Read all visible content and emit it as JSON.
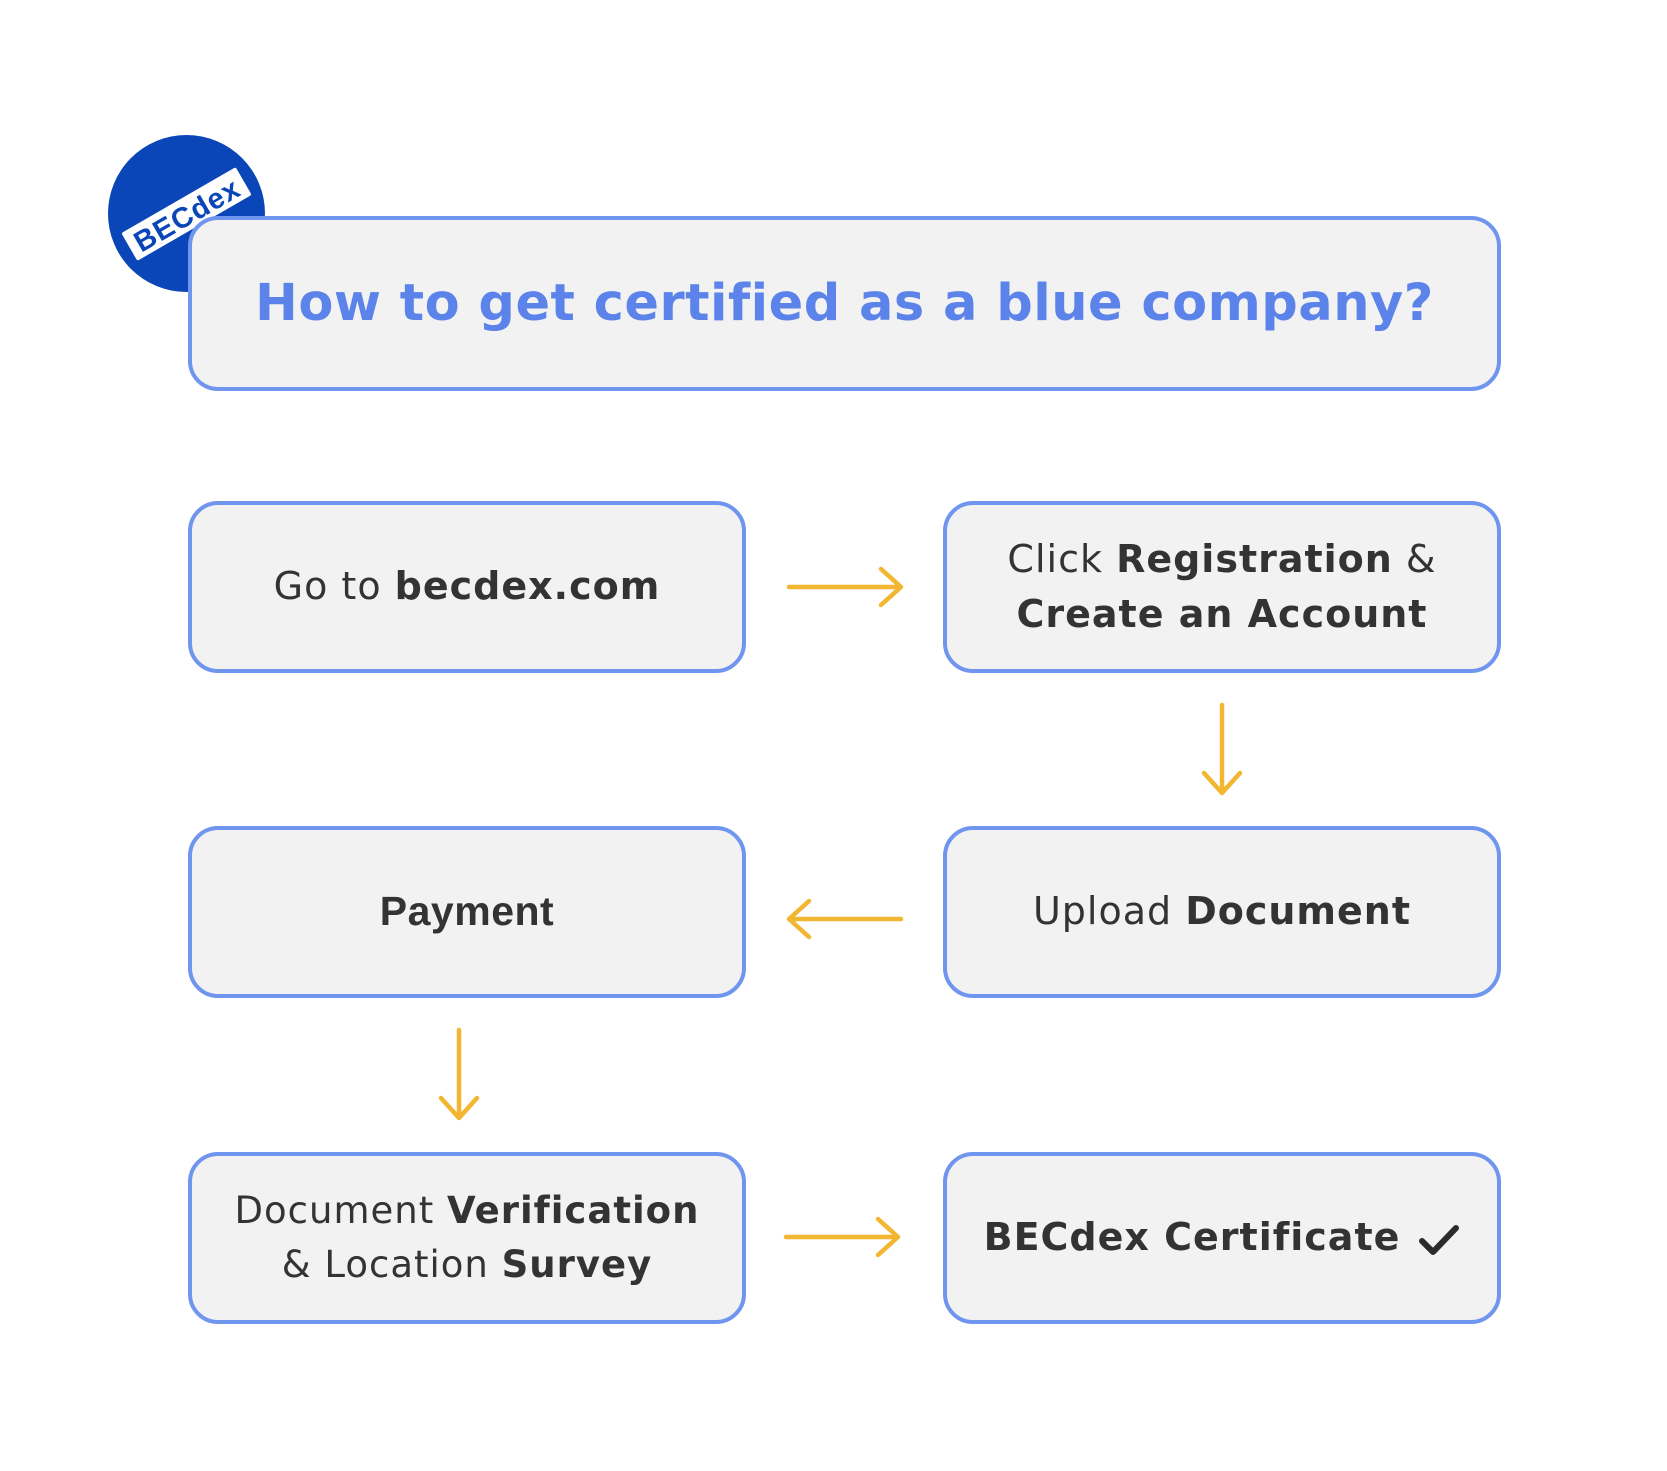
{
  "colors": {
    "box_border": "#6f95ef",
    "box_fill": "#f2f2f2",
    "title_text": "#5b83ea",
    "arrow": "#f2b631",
    "logo_bg": "#0a46b8",
    "body_text": "#333333"
  },
  "logo": {
    "text": "BECdex"
  },
  "title": "How to get certified as a blue company?",
  "steps": {
    "s1": {
      "plain": "Go to ",
      "bold": "becdex.com"
    },
    "s2": {
      "plain1": "Click ",
      "bold1": "Registration",
      "plain2": " &",
      "bold2": "Create an Account"
    },
    "s3": {
      "plain": "Upload ",
      "bold": "Document"
    },
    "s4": {
      "bold": "Payment"
    },
    "s5": {
      "plain1": "Document ",
      "bold1": "Verification",
      "plain2": "& Location ",
      "bold2": "Survey"
    },
    "s6": {
      "bold": "BECdex Certificate"
    }
  },
  "icons": {
    "checkmark": "check-icon",
    "arrow_right": "arrow-right-icon",
    "arrow_left": "arrow-left-icon",
    "arrow_down": "arrow-down-icon"
  }
}
